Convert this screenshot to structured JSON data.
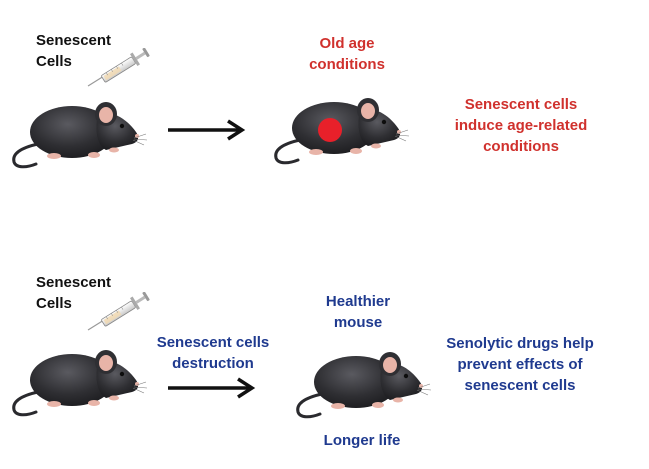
{
  "colors": {
    "red_text": "#d0312d",
    "blue_text": "#1f3a8f",
    "mouse_body": "#2f2f33",
    "ear_inner": "#e8b4a8",
    "red_spot": "#e8202a"
  },
  "top_row": {
    "injection_label": [
      "Senescent",
      "Cells"
    ],
    "outcome_label": [
      "Old age",
      "conditions"
    ],
    "conclusion": [
      "Senescent cells",
      "induce age-related",
      "conditions"
    ],
    "icons": [
      "syringe-icon",
      "mouse-icon",
      "arrow-right-icon",
      "mouse-icon"
    ]
  },
  "bottom_row": {
    "injection_label": [
      "Senescent",
      "Cells"
    ],
    "arrow_label": [
      "Senescent cells",
      "destruction"
    ],
    "outcome_label": [
      "Healthier",
      "mouse"
    ],
    "longevity_label": "Longer life",
    "conclusion": [
      "Senolytic drugs help",
      "prevent effects of",
      "senescent cells"
    ],
    "icons": [
      "syringe-icon",
      "mouse-icon",
      "arrow-right-icon",
      "mouse-icon"
    ]
  }
}
